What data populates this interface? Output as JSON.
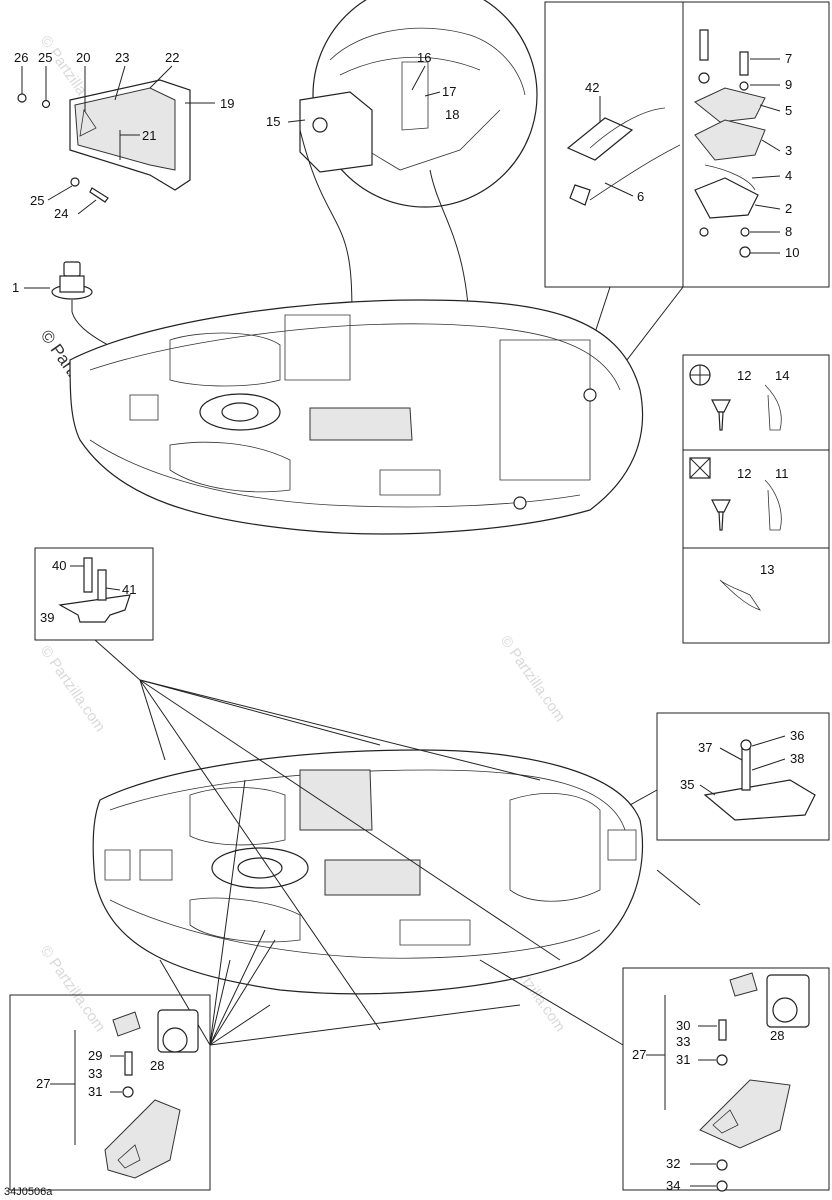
{
  "watermark": "© Partzilla.com",
  "diagram_code": "34J0506a",
  "callouts": {
    "c1": "1",
    "c2": "2",
    "c3": "3",
    "c4": "4",
    "c5": "5",
    "c6": "6",
    "c7": "7",
    "c8": "8",
    "c9": "9",
    "c10": "10",
    "c11": "11",
    "c12a": "12",
    "c12b": "12",
    "c13": "13",
    "c14": "14",
    "c15": "15",
    "c16": "16",
    "c17": "17",
    "c18": "18",
    "c19": "19",
    "c20": "20",
    "c21": "21",
    "c22": "22",
    "c23": "23",
    "c24": "24",
    "c25a": "25",
    "c25b": "25",
    "c26": "26",
    "c27a": "27",
    "c27b": "27",
    "c28a": "28",
    "c28b": "28",
    "c29": "29",
    "c30": "30",
    "c31a": "31",
    "c31b": "31",
    "c32": "32",
    "c33a": "33",
    "c33b": "33",
    "c34": "34",
    "c35": "35",
    "c36": "36",
    "c37": "37",
    "c38": "38",
    "c39": "39",
    "c40": "40",
    "c41": "41",
    "c42": "42"
  }
}
